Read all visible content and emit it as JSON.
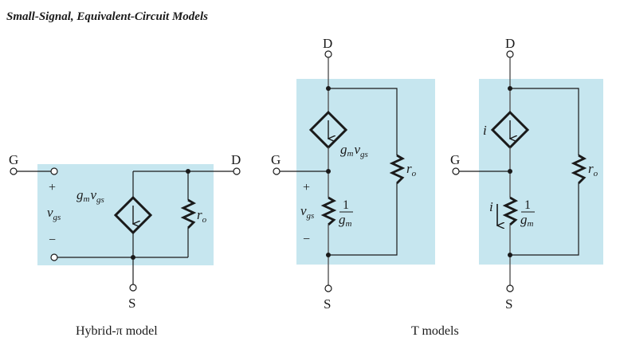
{
  "title": "Small-Signal, Equivalent-Circuit Models",
  "colors": {
    "box": "#c6e6ef",
    "wire": "#1a1a1a"
  },
  "hybrid_pi": {
    "caption": "Hybrid-π model",
    "terminals": {
      "gate": "G",
      "drain": "D",
      "source": "S"
    },
    "vgs": {
      "main": "v",
      "sub": "gs",
      "plus": "+",
      "minus": "−"
    },
    "source_label": {
      "g": "g",
      "g_sub": "m",
      "v": "v",
      "v_sub": "gs"
    },
    "ro": {
      "main": "r",
      "sub": "o"
    }
  },
  "t_models": {
    "caption": "T models",
    "model_1": {
      "terminals": {
        "gate": "G",
        "drain": "D",
        "source": "S"
      },
      "source_label": {
        "g": "g",
        "g_sub": "m",
        "v": "v",
        "v_sub": "gs"
      },
      "vgs": {
        "main": "v",
        "sub": "gs",
        "plus": "+",
        "minus": "−"
      },
      "resistor": {
        "num": "1",
        "den": "g",
        "den_sub": "m"
      },
      "ro": {
        "main": "r",
        "sub": "o"
      }
    },
    "model_2": {
      "terminals": {
        "gate": "G",
        "drain": "D",
        "source": "S"
      },
      "source_label": "i",
      "resistor_current": "i",
      "resistor": {
        "num": "1",
        "den": "g",
        "den_sub": "m"
      },
      "ro": {
        "main": "r",
        "sub": "o"
      }
    }
  }
}
